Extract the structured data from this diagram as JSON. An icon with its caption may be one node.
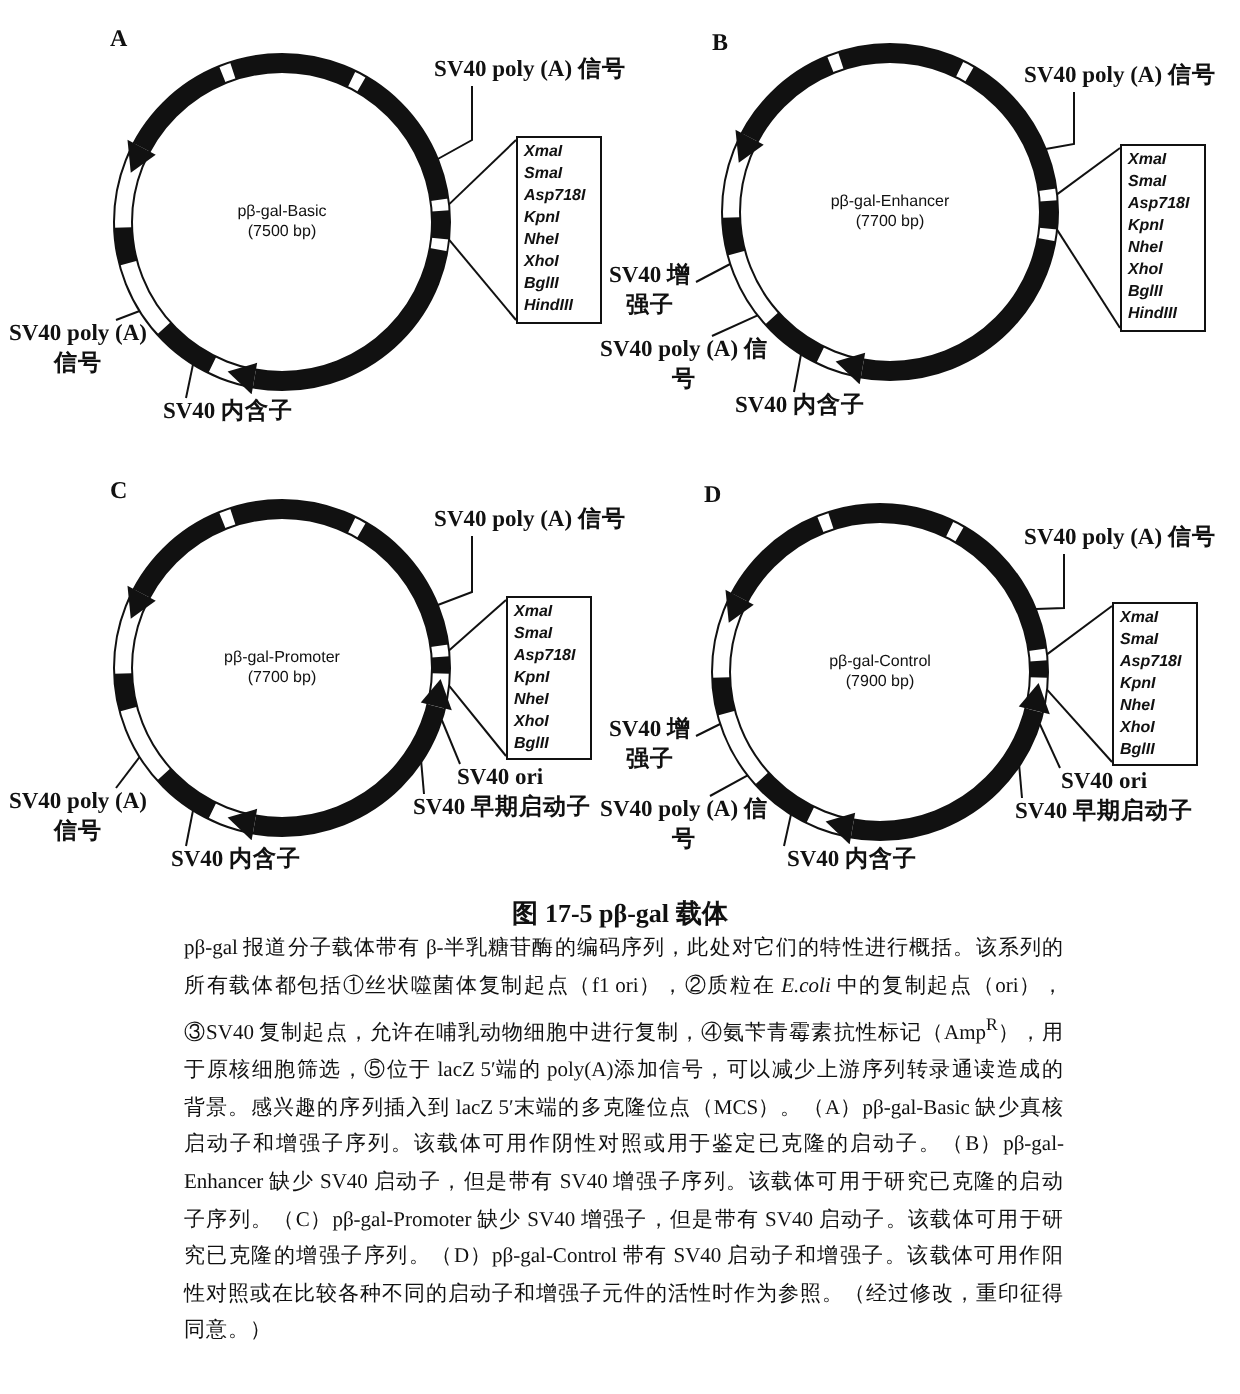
{
  "diagram": {
    "title": "图 17-5 pβ-gal 载体",
    "caption": "pβ-gal 报道分子载体带有 β-半乳糖苷酶的编码序列，此处对它们的特性进行概括。该系列的所有载体都包括①丝状噬菌体复制起点（f1 ori），②质粒在 *E.coli* 中的复制起点（ori），③SV40 复制起点，允许在哺乳动物细胞中进行复制，④氨苄青霉素抗性标记（Amp$^{R}$），用于原核细胞筛选，⑤位于 lacZ 5′端的 poly(A)添加信号，可以减少上游序列转录通读造成的背景。感兴趣的序列插入到 lacZ 5′末端的多克隆位点（MCS）。（A）pβ-gal-Basic 缺少真核启动子和增强子序列。该载体可用作阴性对照或用于鉴定已克隆的启动子。（B）pβ-gal-Enhancer 缺少 SV40 启动子，但是带有 SV40 增强子序列。该载体可用于研究已克隆的启动子序列。（C）pβ-gal-Promoter 缺少 SV40 增强子，但是带有 SV40 启动子。该载体可用于研究已克隆的增强子序列。（D）pβ-gal-Control 带有 SV40 启动子和增强子。该载体可用作阳性对照或在比较各种不同的启动子和增强子元件的活性时作为参照。（经过修改，重印征得同意。）",
    "nodes": [
      {
        "text": [
          "pβ-gal-Basic",
          "(7500 bp)"
        ]
      },
      {
        "text": [
          "SV40 poly (A) 信号"
        ]
      },
      {
        "text": [
          "XmaI",
          "SmaI",
          "Asp718I",
          "KpnI",
          "NheI",
          "XhoI",
          "BglII",
          "HindIII"
        ]
      },
      {
        "text": [
          "SV40 poly (A) 信号"
        ]
      },
      {
        "text": [
          "SV40 内含子"
        ]
      },
      {
        "text": [
          "pβ-gal-Enhancer",
          "(7700 bp)"
        ]
      },
      {
        "text": [
          "SV40 poly (A) 信号"
        ]
      },
      {
        "text": [
          "XmaI",
          "SmaI",
          "Asp718I",
          "KpnI",
          "NheI",
          "XhoI",
          "BglII",
          "HindIII"
        ]
      },
      {
        "text": [
          "SV40 增强子"
        ]
      },
      {
        "text": [
          "SV40 poly (A) 信号"
        ]
      },
      {
        "text": [
          "SV40 内含子"
        ]
      },
      {
        "text": [
          "pβ-gal-Promoter",
          "(7700 bp)"
        ]
      },
      {
        "text": [
          "SV40 poly (A) 信号"
        ]
      },
      {
        "text": [
          "XmaI",
          "SmaI",
          "Asp718I",
          "KpnI",
          "NheI",
          "XhoI",
          "BglII"
        ]
      },
      {
        "text": [
          "SV40 ori"
        ]
      },
      {
        "text": [
          "SV40 早期启动子"
        ]
      },
      {
        "text": [
          "SV40 poly (A) 信号"
        ]
      },
      {
        "text": [
          "SV40 内含子"
        ]
      },
      {
        "text": [
          "pβ-gal-Control",
          "(7900 bp)"
        ]
      },
      {
        "text": [
          "SV40 poly (A) 信号"
        ]
      },
      {
        "text": [
          "XmaI",
          "SmaI",
          "Asp718I",
          "KpnI",
          "NheI",
          "XhoI",
          "BglII"
        ]
      },
      {
        "text": [
          "SV40 ori"
        ]
      },
      {
        "text": [
          "SV40 早期启动子"
        ]
      },
      {
        "text": [
          "SV40 增强子"
        ]
      },
      {
        "text": [
          "SV40 poly (A) 信号"
        ]
      },
      {
        "text": [
          "SV40 内含子"
        ]
      }
    ],
    "edges": [
      {
        "from": 1,
        "to": 0,
        "arrow": "none"
      },
      {
        "from": 2,
        "to": 0,
        "arrow": "none"
      },
      {
        "from": 2,
        "to": 0,
        "arrow": "none"
      },
      {
        "from": 3,
        "to": 0,
        "arrow": "none"
      },
      {
        "from": 4,
        "to": 0,
        "arrow": "none"
      },
      {
        "from": 6,
        "to": 5,
        "arrow": "none"
      },
      {
        "from": 7,
        "to": 5,
        "arrow": "none"
      },
      {
        "from": 7,
        "to": 5,
        "arrow": "none"
      },
      {
        "from": 8,
        "to": 5,
        "arrow": "none"
      },
      {
        "from": 9,
        "to": 5,
        "arrow": "none"
      },
      {
        "from": 10,
        "to": 5,
        "arrow": "none"
      },
      {
        "from": 12,
        "to": 11,
        "arrow": "none"
      },
      {
        "from": 13,
        "to": 11,
        "arrow": "none"
      },
      {
        "from": 13,
        "to": 11,
        "arrow": "none"
      },
      {
        "from": 14,
        "to": 11,
        "arrow": "none"
      },
      {
        "from": 15,
        "to": 11,
        "arrow": "none"
      },
      {
        "from": 16,
        "to": 11,
        "arrow": "none"
      },
      {
        "from": 17,
        "to": 11,
        "arrow": "none"
      },
      {
        "from": 19,
        "to": 18,
        "arrow": "none"
      },
      {
        "from": 20,
        "to": 18,
        "arrow": "none"
      },
      {
        "from": 20,
        "to": 18,
        "arrow": "none"
      },
      {
        "from": 21,
        "to": 18,
        "arrow": "none"
      },
      {
        "from": 22,
        "to": 18,
        "arrow": "none"
      },
      {
        "from": 23,
        "to": 18,
        "arrow": "none"
      },
      {
        "from": 24,
        "to": 18,
        "arrow": "none"
      },
      {
        "from": 25,
        "to": 18,
        "arrow": "none"
      }
    ],
    "labels": [
      "A",
      "B",
      "C",
      "D"
    ]
  }
}
